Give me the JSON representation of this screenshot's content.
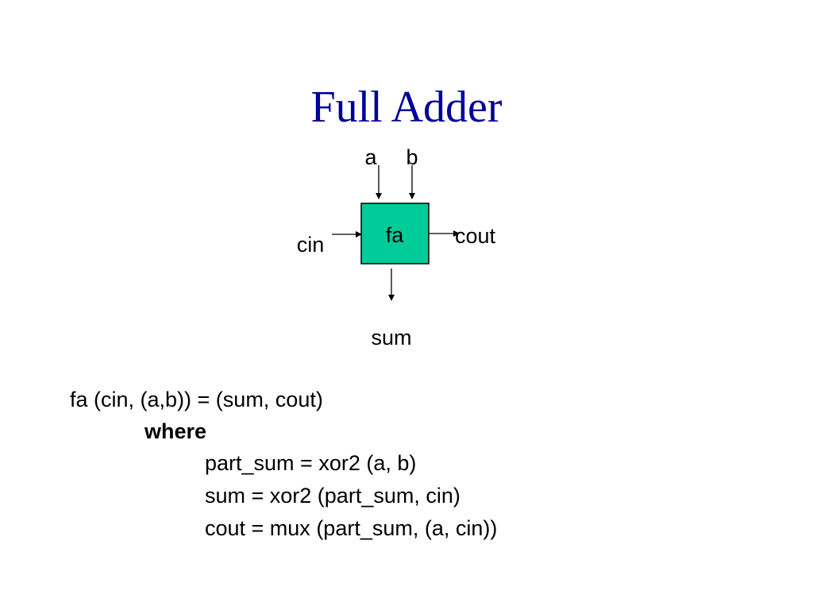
{
  "title": "Full Adder",
  "diagram": {
    "block_label": "fa",
    "inputs": {
      "a": "a",
      "b": "b",
      "cin": "cin"
    },
    "outputs": {
      "cout": "cout",
      "sum": "sum"
    },
    "colors": {
      "block_fill": "#00CC99",
      "stroke": "#000000"
    }
  },
  "code": {
    "line1": "fa (cin, (a,b)) = (sum, cout)",
    "keyword": "where",
    "line2": "part_sum = xor2 (a, b)",
    "line3": "sum = xor2 (part_sum, cin)",
    "line4": "cout = mux (part_sum, (a, cin))"
  }
}
